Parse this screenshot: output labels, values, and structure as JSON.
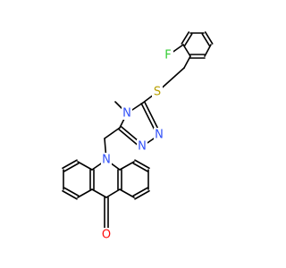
{
  "atoms": {
    "F": {
      "text": "F",
      "color": "#33cc33"
    },
    "S": {
      "text": "S",
      "color": "#b8a000"
    },
    "N_methyl": {
      "text": "N",
      "color": "#3050f8"
    },
    "N_triazole_a": {
      "text": "N",
      "color": "#3050f8"
    },
    "N_triazole_b": {
      "text": "N",
      "color": "#3050f8"
    },
    "N_acridone": {
      "text": "N",
      "color": "#3050f8"
    },
    "O": {
      "text": "O",
      "color": "#ff0d0d"
    }
  }
}
